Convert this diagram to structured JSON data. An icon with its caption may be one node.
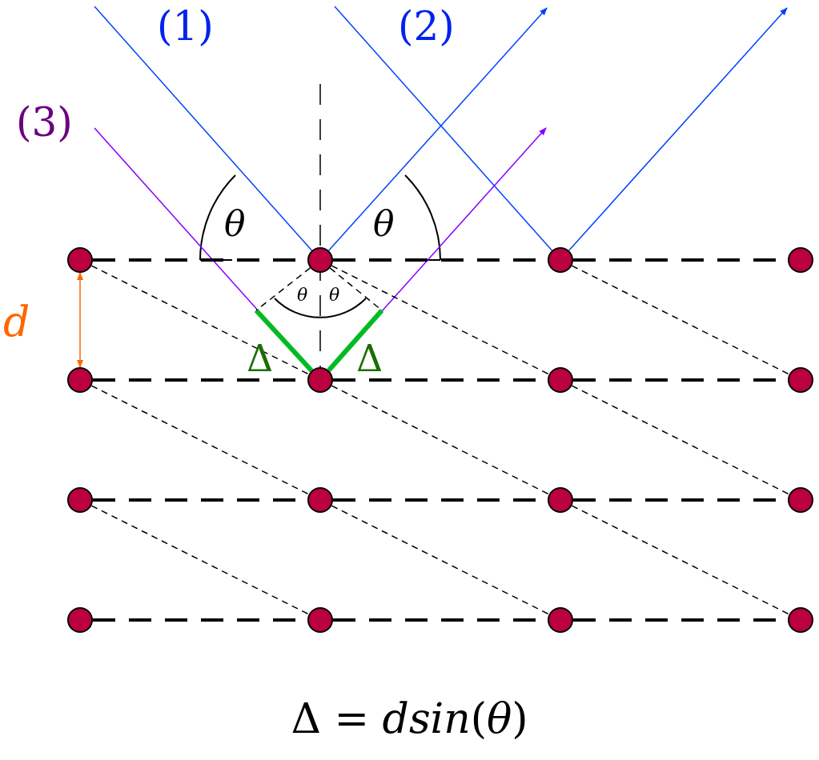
{
  "diagram": {
    "caption": "Δ = *dsin*(*θ*)",
    "nodes": [
      {
        "text": [],
        "shape": "circle"
      },
      {
        "text": [],
        "shape": "circle"
      },
      {
        "text": [],
        "shape": "circle"
      },
      {
        "text": [],
        "shape": "circle"
      },
      {
        "text": [],
        "shape": "circle"
      },
      {
        "text": [],
        "shape": "circle"
      },
      {
        "text": [],
        "shape": "circle"
      },
      {
        "text": [],
        "shape": "circle"
      },
      {
        "text": [],
        "shape": "circle"
      },
      {
        "text": [],
        "shape": "circle"
      },
      {
        "text": [],
        "shape": "circle"
      },
      {
        "text": [],
        "shape": "circle"
      },
      {
        "text": [],
        "shape": "circle"
      },
      {
        "text": [],
        "shape": "circle"
      },
      {
        "text": [],
        "shape": "circle"
      },
      {
        "text": [],
        "shape": "circle"
      },
      {
        "text": [
          "(3)"
        ]
      }
    ],
    "edges": [
      {
        "from": null,
        "to": 1,
        "arrow": "none",
        "color": "#0044ff"
      },
      {
        "from": 1,
        "to": null,
        "arrow": "to",
        "color": "#0044ff"
      },
      {
        "from": null,
        "to": 2,
        "arrow": "none",
        "color": "#0044ff"
      },
      {
        "from": 2,
        "to": null,
        "arrow": "to",
        "color": "#0044ff"
      },
      {
        "from": 16,
        "to": 5,
        "arrow": "none",
        "color": "#8800ff"
      },
      {
        "from": 5,
        "to": null,
        "arrow": "to",
        "color": "#8800ff"
      },
      {
        "from": null,
        "to": 5,
        "arrow": "none",
        "style": "thick",
        "color": "#00bb22",
        "label": "Δ"
      },
      {
        "from": null,
        "to": 5,
        "arrow": "none",
        "style": "thick",
        "color": "#00bb22",
        "label": "Δ"
      },
      {
        "from": 0,
        "to": 4,
        "arrow": "both",
        "color": "#ff6600",
        "label": "d"
      },
      {
        "from": 0,
        "to": 1,
        "arrow": "none",
        "style": "dashed"
      },
      {
        "from": 1,
        "to": 2,
        "arrow": "none",
        "style": "dashed"
      },
      {
        "from": 2,
        "to": 3,
        "arrow": "none",
        "style": "dashed"
      },
      {
        "from": 4,
        "to": 5,
        "arrow": "none",
        "style": "dashed"
      },
      {
        "from": 5,
        "to": 6,
        "arrow": "none",
        "style": "dashed"
      },
      {
        "from": 6,
        "to": 7,
        "arrow": "none",
        "style": "dashed"
      },
      {
        "from": 8,
        "to": 9,
        "arrow": "none",
        "style": "dashed"
      },
      {
        "from": 9,
        "to": 10,
        "arrow": "none",
        "style": "dashed"
      },
      {
        "from": 10,
        "to": 11,
        "arrow": "none",
        "style": "dashed"
      },
      {
        "from": 12,
        "to": 13,
        "arrow": "none",
        "style": "dashed"
      },
      {
        "from": 13,
        "to": 14,
        "arrow": "none",
        "style": "dashed"
      },
      {
        "from": 14,
        "to": 15,
        "arrow": "none",
        "style": "dashed"
      },
      {
        "from": 0,
        "to": 5,
        "arrow": "none",
        "style": "dashed"
      },
      {
        "from": 1,
        "to": 6,
        "arrow": "none",
        "style": "dashed"
      },
      {
        "from": 2,
        "to": 7,
        "arrow": "none",
        "style": "dashed"
      },
      {
        "from": 4,
        "to": 9,
        "arrow": "none",
        "style": "dashed"
      },
      {
        "from": 5,
        "to": 10,
        "arrow": "none",
        "style": "dashed"
      },
      {
        "from": 6,
        "to": 11,
        "arrow": "none",
        "style": "dashed"
      },
      {
        "from": 8,
        "to": 13,
        "arrow": "none",
        "style": "dashed"
      },
      {
        "from": 9,
        "to": 14,
        "arrow": "none",
        "style": "dashed"
      },
      {
        "from": 10,
        "to": 15,
        "arrow": "none",
        "style": "dashed"
      },
      {
        "from": 1,
        "to": null,
        "arrow": "none",
        "style": "dashed"
      },
      {
        "from": 1,
        "to": null,
        "arrow": "none",
        "style": "dashed"
      }
    ],
    "labels": [
      "(1)",
      "(2)",
      "θ",
      "θ",
      "θ",
      "θ"
    ]
  }
}
